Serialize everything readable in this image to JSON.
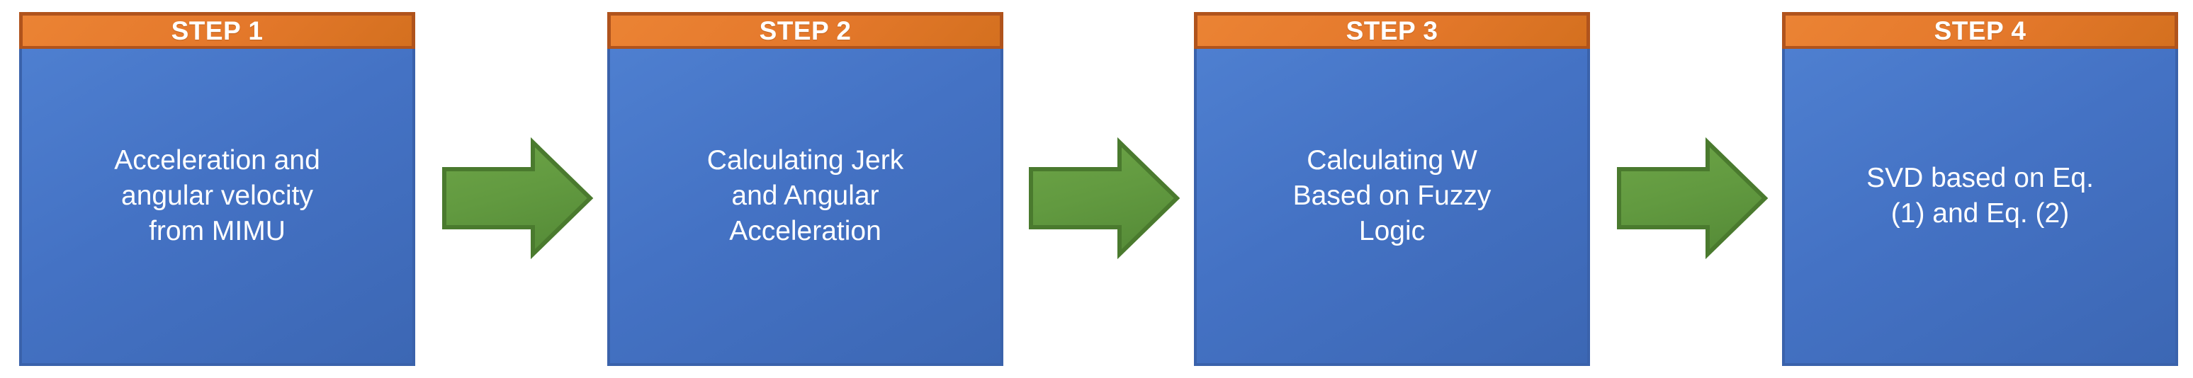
{
  "diagram": {
    "title": "Four-step processing pipeline flowchart",
    "orientation": "horizontal",
    "colors": {
      "header_fill": "#e4782b",
      "header_border": "#b0531c",
      "body_fill": "#4472c4",
      "body_border": "#3a62ab",
      "arrow_fill": "#639b40",
      "arrow_border": "#4a7a2e",
      "text": "#ffffff",
      "background": "#ffffff"
    },
    "steps": [
      {
        "header": "STEP 1",
        "body": "Acceleration and\nangular velocity\nfrom MIMU"
      },
      {
        "header": "STEP 2",
        "body": "Calculating Jerk\nand Angular\nAcceleration"
      },
      {
        "header": "STEP 3",
        "body": "Calculating W\nBased on Fuzzy\nLogic"
      },
      {
        "header": "STEP 4",
        "body": "SVD based on Eq.\n(1) and Eq. (2)"
      }
    ],
    "connectors": [
      {
        "from": "STEP 1",
        "to": "STEP 2",
        "kind": "right-arrow"
      },
      {
        "from": "STEP 2",
        "to": "STEP 3",
        "kind": "right-arrow"
      },
      {
        "from": "STEP 3",
        "to": "STEP 4",
        "kind": "right-arrow"
      }
    ]
  }
}
